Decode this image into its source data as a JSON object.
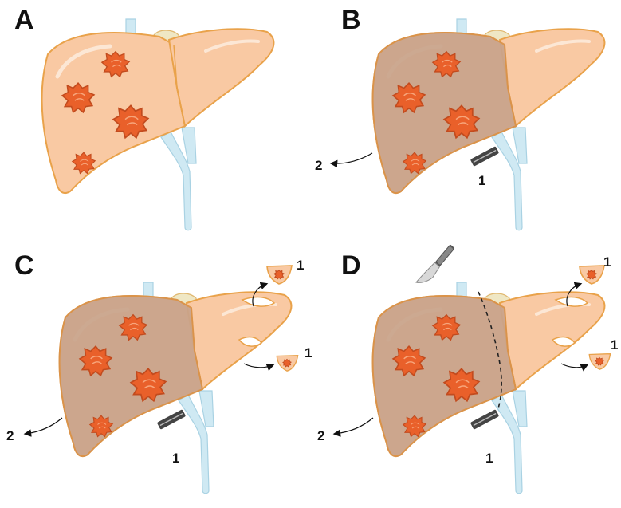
{
  "panels": {
    "a": {
      "letter": "A"
    },
    "b": {
      "letter": "B",
      "clamp_label": "1",
      "arrow_label": "2"
    },
    "c": {
      "letter": "C",
      "clamp_label": "1",
      "arrow_label": "2",
      "specimen_top_label": "1",
      "specimen_bottom_label": "1"
    },
    "d": {
      "letter": "D",
      "clamp_label": "1",
      "arrow_label": "2",
      "specimen_top_label": "1",
      "specimen_bottom_label": "1"
    }
  },
  "colors": {
    "liver_fill": "#f9c9a3",
    "liver_outline": "#e9a24a",
    "ischemic_fill": "#c9a48c",
    "tumor_fill": "#e9602a",
    "tumor_dark": "#c24b1e",
    "vessel_fill": "#cfe9f3",
    "vessel_outline": "#a9d2e3",
    "gallbladder_fill": "#efe7c4",
    "clamp_fill": "#444444"
  },
  "icons": [
    "liver-icon",
    "tumor-icon",
    "portal-vein-icon",
    "gallbladder-icon",
    "vascular-clamp-icon",
    "scalpel-icon",
    "resected-specimen-icon",
    "arrow-icon"
  ]
}
